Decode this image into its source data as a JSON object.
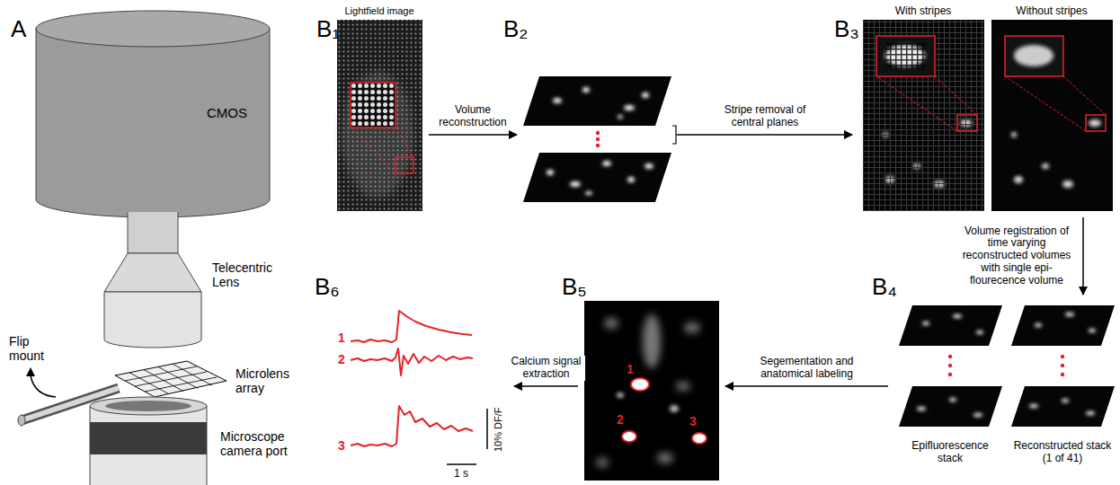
{
  "diagram": {
    "nodes": [
      {
        "text": [
          "B₁",
          "Lightfield image"
        ]
      },
      {
        "text": [
          "B₂"
        ]
      },
      {
        "text": [
          "B₃"
        ]
      },
      {
        "text": [
          "With stripes"
        ],
        "in": 2
      },
      {
        "text": [
          "Without stripes"
        ],
        "in": 2
      },
      {
        "text": [
          "B₄"
        ]
      },
      {
        "text": [
          "Epifluorescence stack"
        ],
        "in": 5
      },
      {
        "text": [
          "Reconstructed stack (1 of 41)"
        ],
        "in": 5
      },
      {
        "text": [
          "B₅"
        ]
      },
      {
        "text": [
          "B₆"
        ]
      }
    ],
    "edges": [
      {
        "from": 0,
        "to": 1,
        "arrow": "to",
        "label": "Volume reconstruction"
      },
      {
        "from": 1,
        "to": 2,
        "arrow": "to",
        "label": "Stripe removal of central planes"
      },
      {
        "from": 2,
        "to": 5,
        "arrow": "to",
        "label": "Volume registration of time varying reconstructed volumes with single epi-flourecence volume"
      },
      {
        "from": 5,
        "to": 8,
        "arrow": "to",
        "label": "Segementation and anatomical labeling"
      },
      {
        "from": 8,
        "to": 9,
        "arrow": "to",
        "label": "Calcium signal extraction"
      }
    ],
    "labels": [
      "A",
      "CMOS",
      "Telecentric Lens",
      "Flip mount",
      "Microlens array",
      "Microscope camera port",
      "1",
      "2",
      "3",
      "1",
      "2",
      "3",
      "10% DF/F",
      "1 s"
    ]
  }
}
